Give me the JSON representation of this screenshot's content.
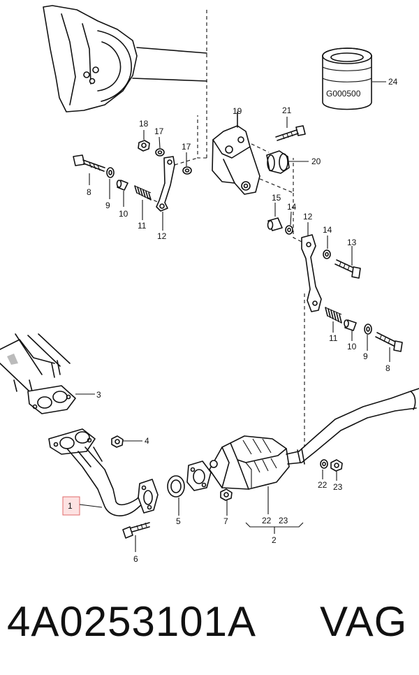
{
  "diagram": {
    "callouts": {
      "c1": "1",
      "c2": "2",
      "c3": "3",
      "c4": "4",
      "c5": "5",
      "c6": "6",
      "c7": "7",
      "c8a": "8",
      "c8b": "8",
      "c9a": "9",
      "c9b": "9",
      "c10a": "10",
      "c10b": "10",
      "c11a": "11",
      "c11b": "11",
      "c12a": "12",
      "c12b": "12",
      "c13": "13",
      "c14a": "14",
      "c14b": "14",
      "c15": "15",
      "c17a": "17",
      "c17b": "17",
      "c18": "18",
      "c19": "19",
      "c20": "20",
      "c21": "21",
      "c22a": "22",
      "c22b": "22",
      "c23a": "23",
      "c23b": "23",
      "c24": "24"
    },
    "stamp_text": "G000500",
    "highlight_color": "#fde2e2"
  },
  "footer": {
    "part_number": "4A0253101A",
    "brand": "VAG"
  }
}
